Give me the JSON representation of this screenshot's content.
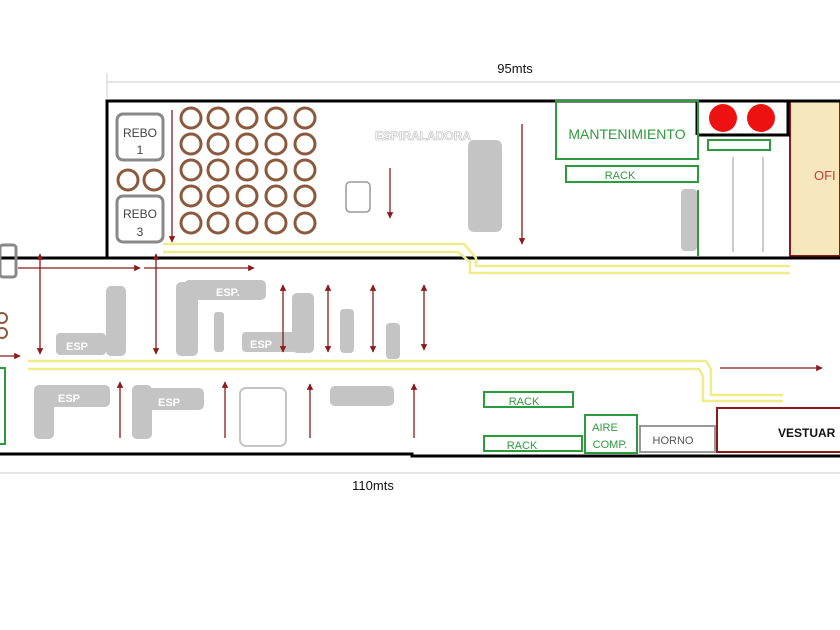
{
  "dimensions": {
    "top": "95mts",
    "bottom": "110mts"
  },
  "labels": {
    "rebo1_a": "REBO",
    "rebo1_b": "1",
    "rebo3_a": "REBO",
    "rebo3_b": "3",
    "espiraladora": "ESPIRALADORA",
    "mantenimiento": "MANTENIMIENTO",
    "rack_top": "RACK",
    "oficina": "OFI",
    "esp_dot": "ESP.",
    "esp_1": "ESP",
    "esp_2": "ESP",
    "esp_3": "ESP",
    "esp_4": "ESP",
    "rack_b1": "RACK",
    "rack_b2": "RACK",
    "aire_a": "AIRE",
    "aire_b": "COMP.",
    "horno": "HORNO",
    "vestuario": "VESTUAR"
  },
  "colors": {
    "wall": "#000000",
    "green": "#2e9a3e",
    "brown": "#8b5a3c",
    "grey": "#c4c4c4",
    "darkred": "#8b1a1a",
    "yellow": "#f0ec8a",
    "red": "#ee1111",
    "office": "#f6e7bc"
  }
}
